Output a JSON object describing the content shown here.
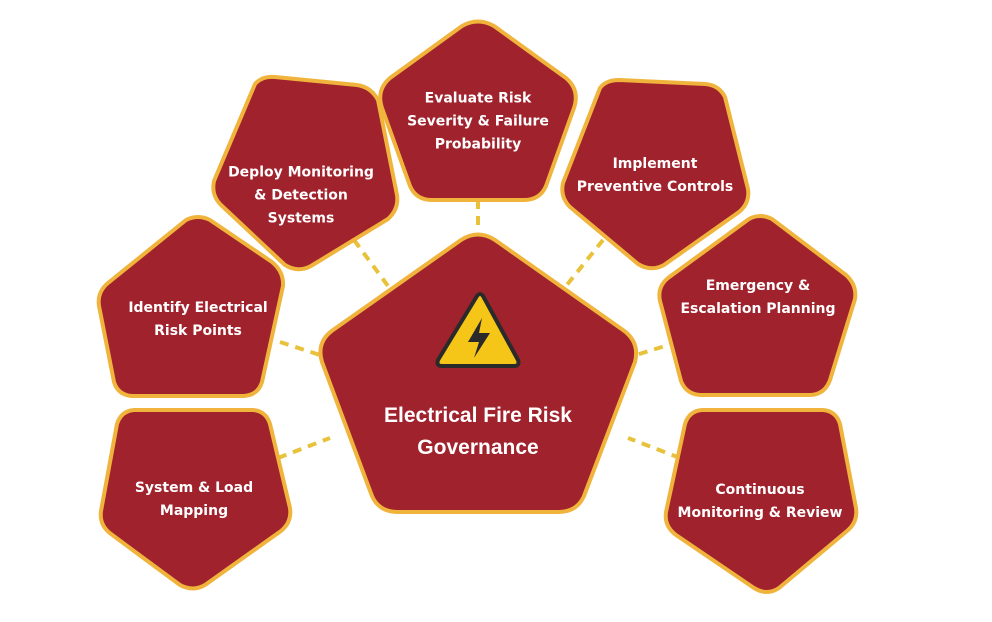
{
  "diagram": {
    "center": {
      "title": "Electrical Fire Risk\nGovernance",
      "icon": "high-voltage-warning-icon"
    },
    "nodes": [
      {
        "id": "evaluate",
        "label": "Evaluate Risk\nSeverity & Failure\nProbability"
      },
      {
        "id": "deploy",
        "label": "Deploy Monitoring\n& Detection\nSystems"
      },
      {
        "id": "implement",
        "label": "Implement\nPreventive Controls"
      },
      {
        "id": "identify",
        "label": "Identify Electrical\nRisk Points"
      },
      {
        "id": "emergency",
        "label": "Emergency &\nEscalation Planning"
      },
      {
        "id": "system",
        "label": "System & Load\nMapping"
      },
      {
        "id": "continuous",
        "label": "Continuous\nMonitoring & Review"
      }
    ]
  },
  "colors": {
    "fill": "#a0222c",
    "border": "#f0b43c",
    "connector": "#e8c23a",
    "icon_bg": "#f5c518",
    "icon_stroke": "#2a2a2a"
  }
}
